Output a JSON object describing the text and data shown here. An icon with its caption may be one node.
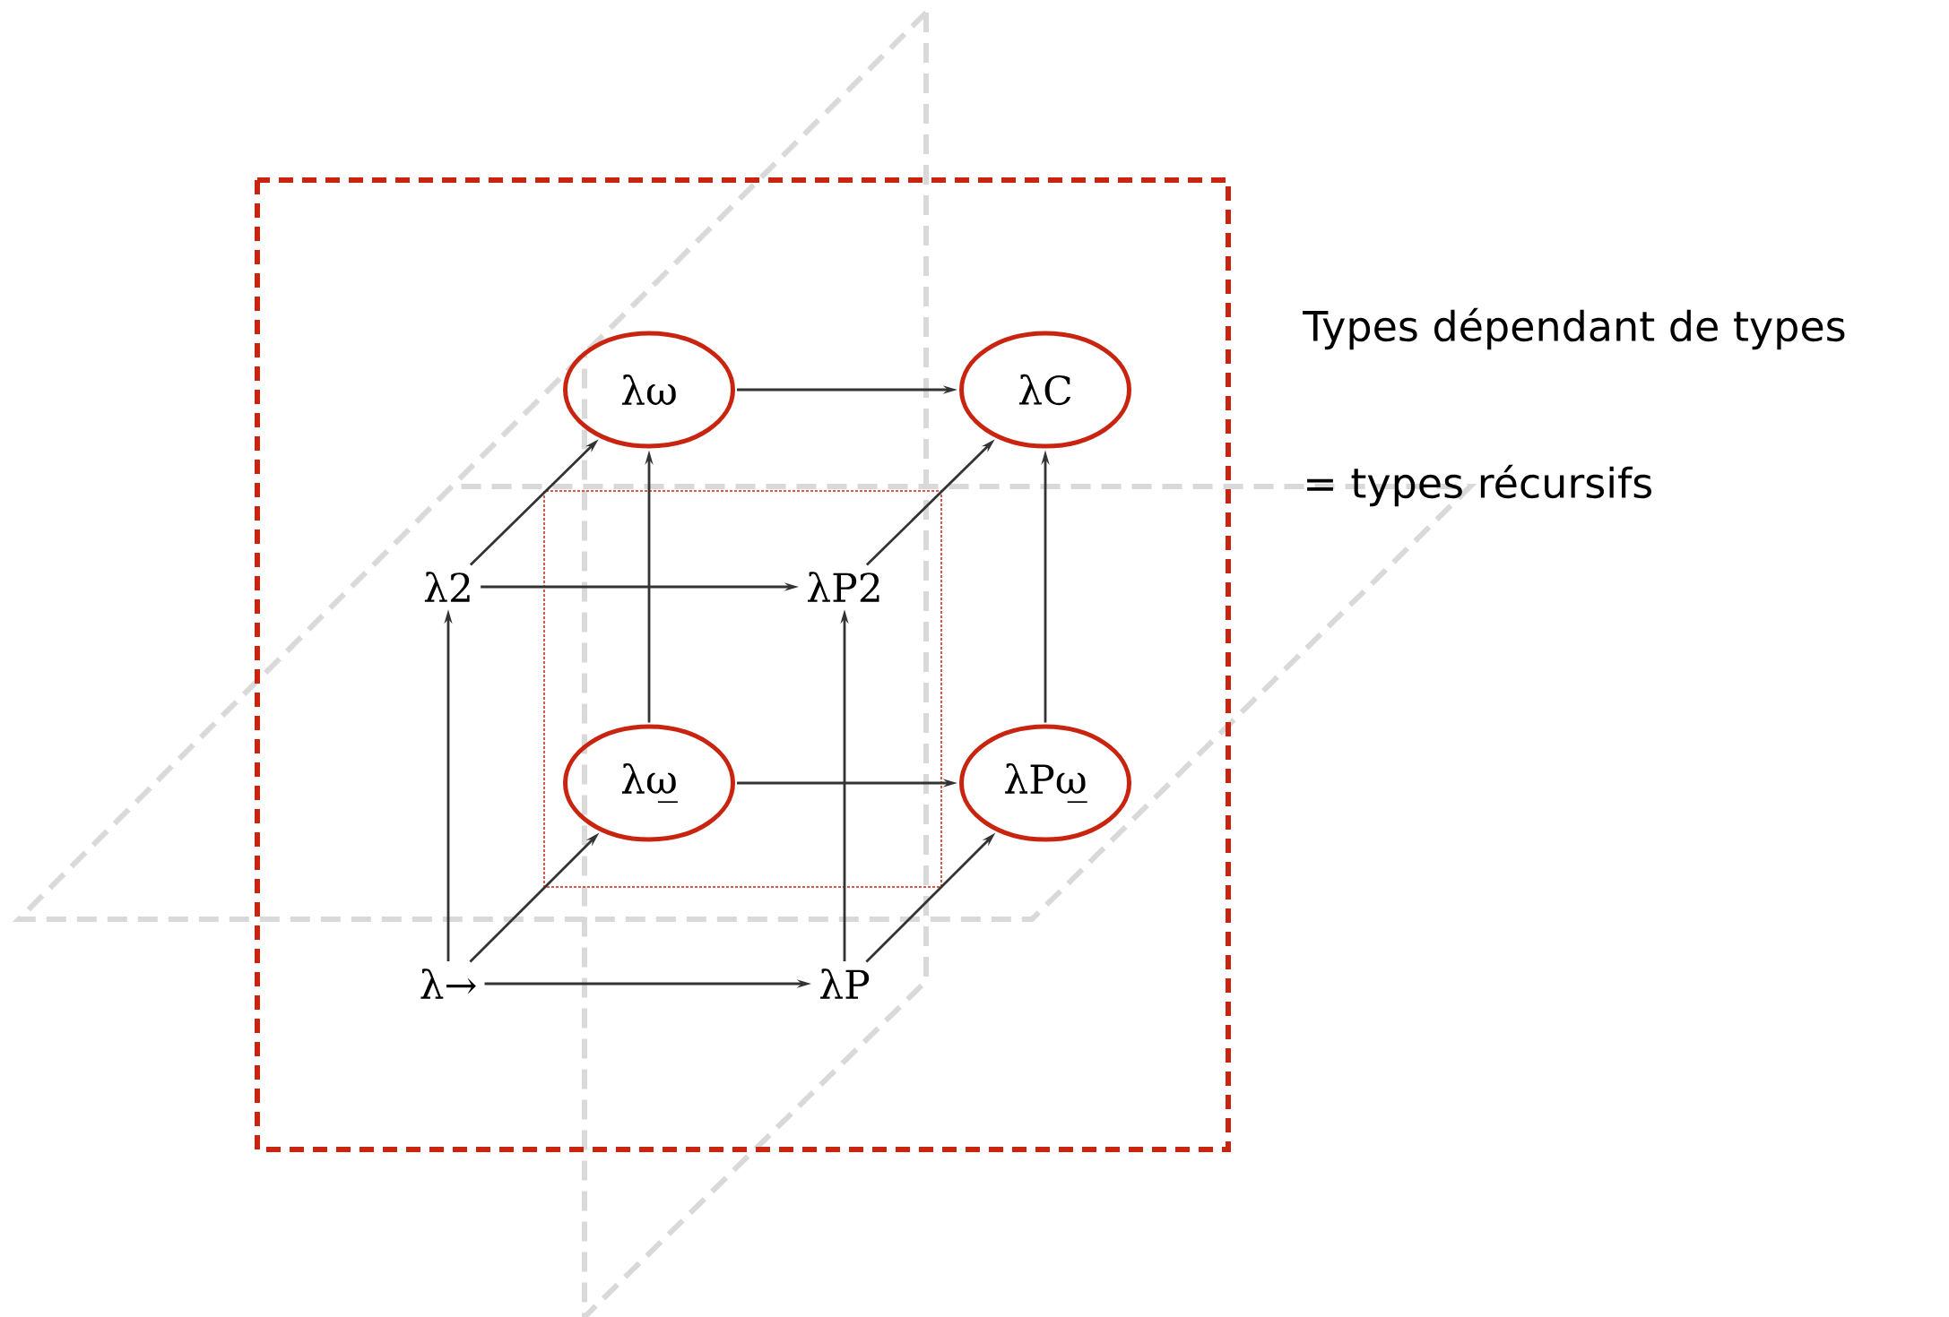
{
  "diagram": {
    "nodes": [
      {
        "text": [
          "λω"
        ]
      },
      {
        "text": [
          "λC"
        ]
      },
      {
        "text": [
          "λ2"
        ]
      },
      {
        "text": [
          "λP2"
        ]
      },
      {
        "text": [
          "λω̲"
        ]
      },
      {
        "text": [
          "λPω̲"
        ]
      },
      {
        "text": [
          "λ→"
        ]
      },
      {
        "text": [
          "λP"
        ]
      }
    ],
    "edges": [
      {
        "from": 0,
        "to": 1,
        "arrow": "to"
      },
      {
        "from": 2,
        "to": 0,
        "arrow": "to"
      },
      {
        "from": 4,
        "to": 0,
        "arrow": "to"
      },
      {
        "from": 3,
        "to": 1,
        "arrow": "to"
      },
      {
        "from": 5,
        "to": 1,
        "arrow": "to"
      },
      {
        "from": 2,
        "to": 3,
        "arrow": "to"
      },
      {
        "from": 4,
        "to": 5,
        "arrow": "to"
      },
      {
        "from": 6,
        "to": 2,
        "arrow": "to"
      },
      {
        "from": 6,
        "to": 7,
        "arrow": "to"
      },
      {
        "from": 6,
        "to": 4,
        "arrow": "to"
      },
      {
        "from": 7,
        "to": 3,
        "arrow": "to"
      },
      {
        "from": 7,
        "to": 5,
        "arrow": "to"
      }
    ],
    "labels": [
      "Types dépendant de types",
      "= types récursifs"
    ]
  }
}
